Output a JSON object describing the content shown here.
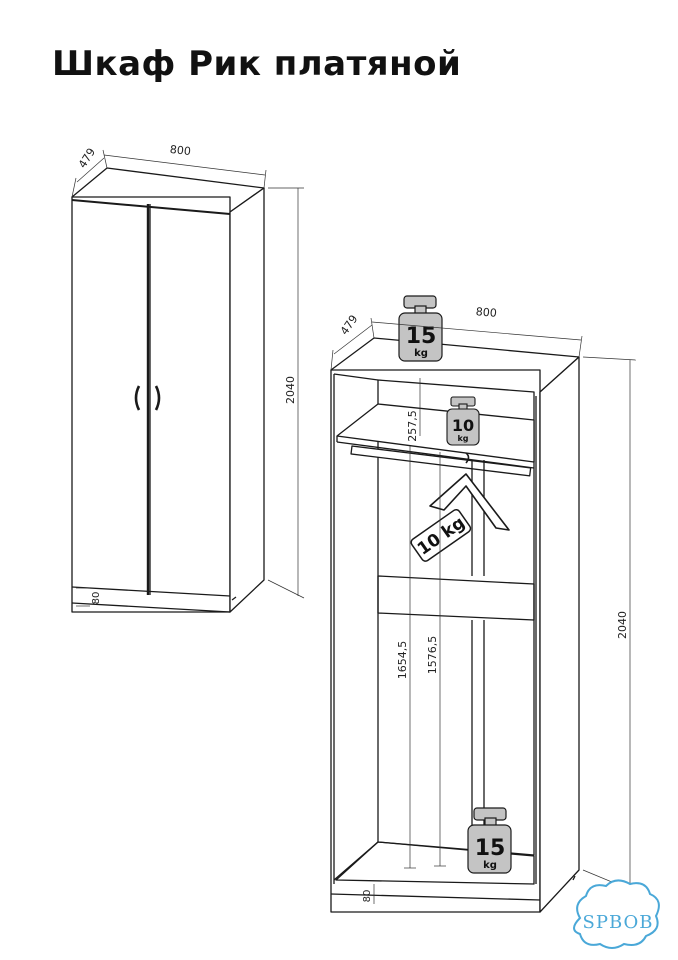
{
  "title": "Шкаф Рик платяной",
  "left_view": {
    "width": "800",
    "depth": "479",
    "height": "2040",
    "plinth": "80"
  },
  "right_view": {
    "width": "800",
    "depth": "479",
    "height": "2040",
    "plinth": "80",
    "shelf_to_top": "257,5",
    "bar_height": "1654,5",
    "bar_to_shelf": "1576,5"
  },
  "weights": {
    "top_value": "15",
    "shelf_value": "10",
    "hanger_label": "10 kg",
    "bottom_value": "15",
    "unit": "kg"
  },
  "logo": "SPBOB",
  "colors": {
    "line": "#1a1a1a",
    "weight_fill": "#c4c4c4",
    "logo": "#4aa8d8"
  }
}
